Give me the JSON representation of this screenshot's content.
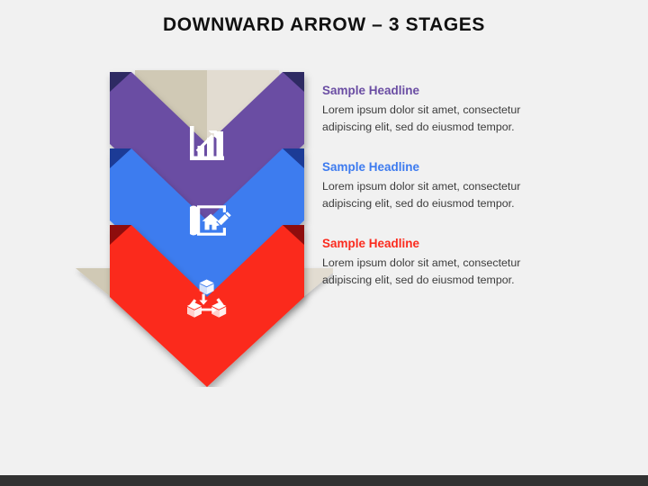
{
  "slide": {
    "title": "DOWNWARD ARROW – 3 STAGES",
    "background_color": "#f1f1f1",
    "bottom_bar_color": "#323232"
  },
  "arrow": {
    "shaft_color_left": "#d0c9b5",
    "shaft_color_right": "#e2dcd1",
    "head_color_left": "#d0c9b5",
    "head_color_right": "#e2dcd1"
  },
  "stages": [
    {
      "index": "1",
      "band_color": "#6a4da3",
      "band_fold_color": "#2f2a63",
      "icon": "bar-chart-growth-icon",
      "headline": "Sample Headline",
      "headline_color": "#6a4da3",
      "body": "Lorem ipsum dolor sit amet, consectetur adipiscing elit, sed do eiusmod tempor."
    },
    {
      "index": "2",
      "band_color": "#3d7bef",
      "band_fold_color": "#1b3a96",
      "icon": "blueprint-house-pencil-icon",
      "headline": "Sample Headline",
      "headline_color": "#3d7bef",
      "body": "Lorem ipsum dolor sit amet, consectetur adipiscing elit, sed do eiusmod tempor."
    },
    {
      "index": "3",
      "band_color": "#fb2b1e",
      "band_fold_color": "#8e1008",
      "icon": "connected-cubes-icon",
      "headline": "Sample Headline",
      "headline_color": "#fb2b1e",
      "body": "Lorem ipsum dolor sit amet, consectetur adipiscing elit, sed do eiusmod tempor."
    }
  ]
}
